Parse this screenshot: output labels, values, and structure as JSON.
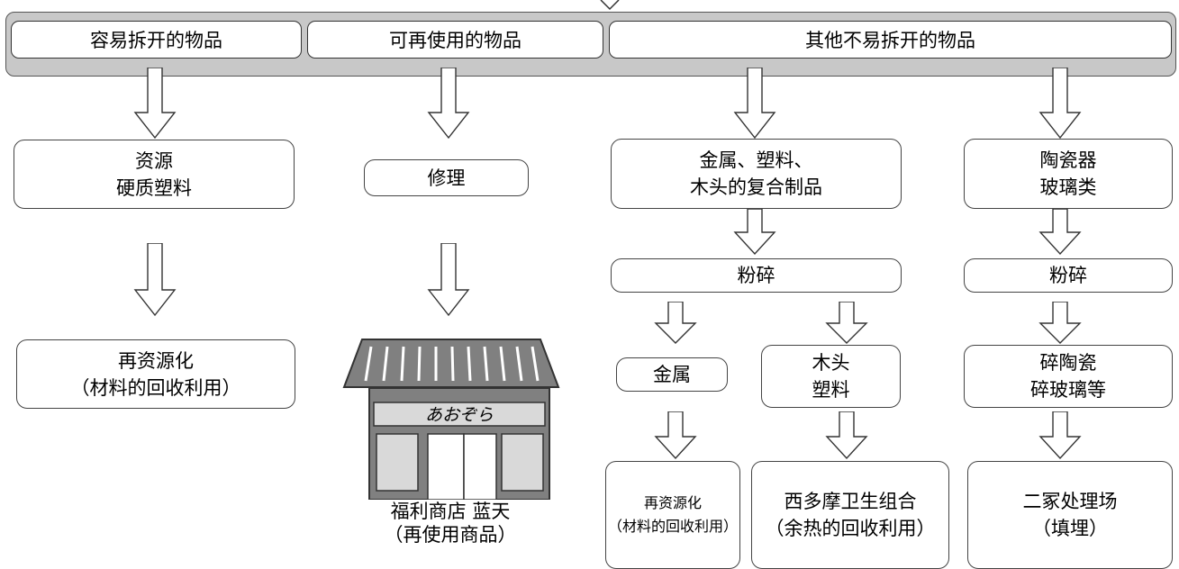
{
  "categories": {
    "easy": "容易拆开的物品",
    "reuse": "可再使用的物品",
    "other": "其他不易拆开的物品"
  },
  "col1": {
    "box1": [
      "资源",
      "硬质塑料"
    ],
    "box2": [
      "再资源化",
      "（材料的回收利用）"
    ]
  },
  "col2": {
    "box1": "修理",
    "shop_sign": "あおぞら",
    "caption": [
      "福利商店 蓝天",
      "（再使用商品）"
    ]
  },
  "col3": {
    "box1": [
      "金属、塑料、",
      "木头的复合制品"
    ],
    "crush": "粉碎",
    "metal": "金属",
    "wood": [
      "木头",
      "塑料"
    ],
    "metal_result": [
      "再资源化",
      "（材料的回收利用）"
    ],
    "wood_result": [
      "西多摩卫生组合",
      "（余热的回收利用）"
    ]
  },
  "col4": {
    "box1": [
      "陶瓷器",
      "玻璃类"
    ],
    "crush": "粉碎",
    "box2": [
      "碎陶瓷",
      "碎玻璃等"
    ],
    "box3": [
      "二冢处理场",
      "（填埋）"
    ]
  }
}
